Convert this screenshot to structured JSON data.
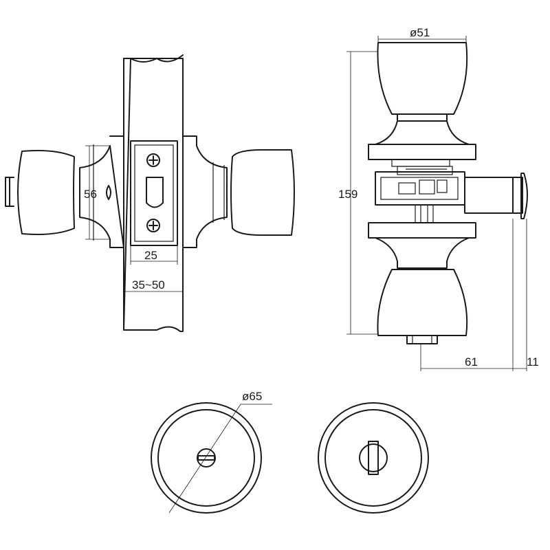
{
  "dimensions": {
    "rose_height": "56",
    "latch_plate_width": "25",
    "door_thickness": "35~50",
    "knob_diameter": "ø51",
    "overall_length": "159",
    "backset": "61",
    "latch_projection": "11",
    "rose_diameter": "ø65"
  },
  "icons": {
    "side_view": "lock-side-view-drawing",
    "front_view": "lock-front-view-drawing",
    "outside_rose": "outside-rose-with-slot-icon",
    "inside_rose": "inside-rose-with-turn-button-icon"
  }
}
